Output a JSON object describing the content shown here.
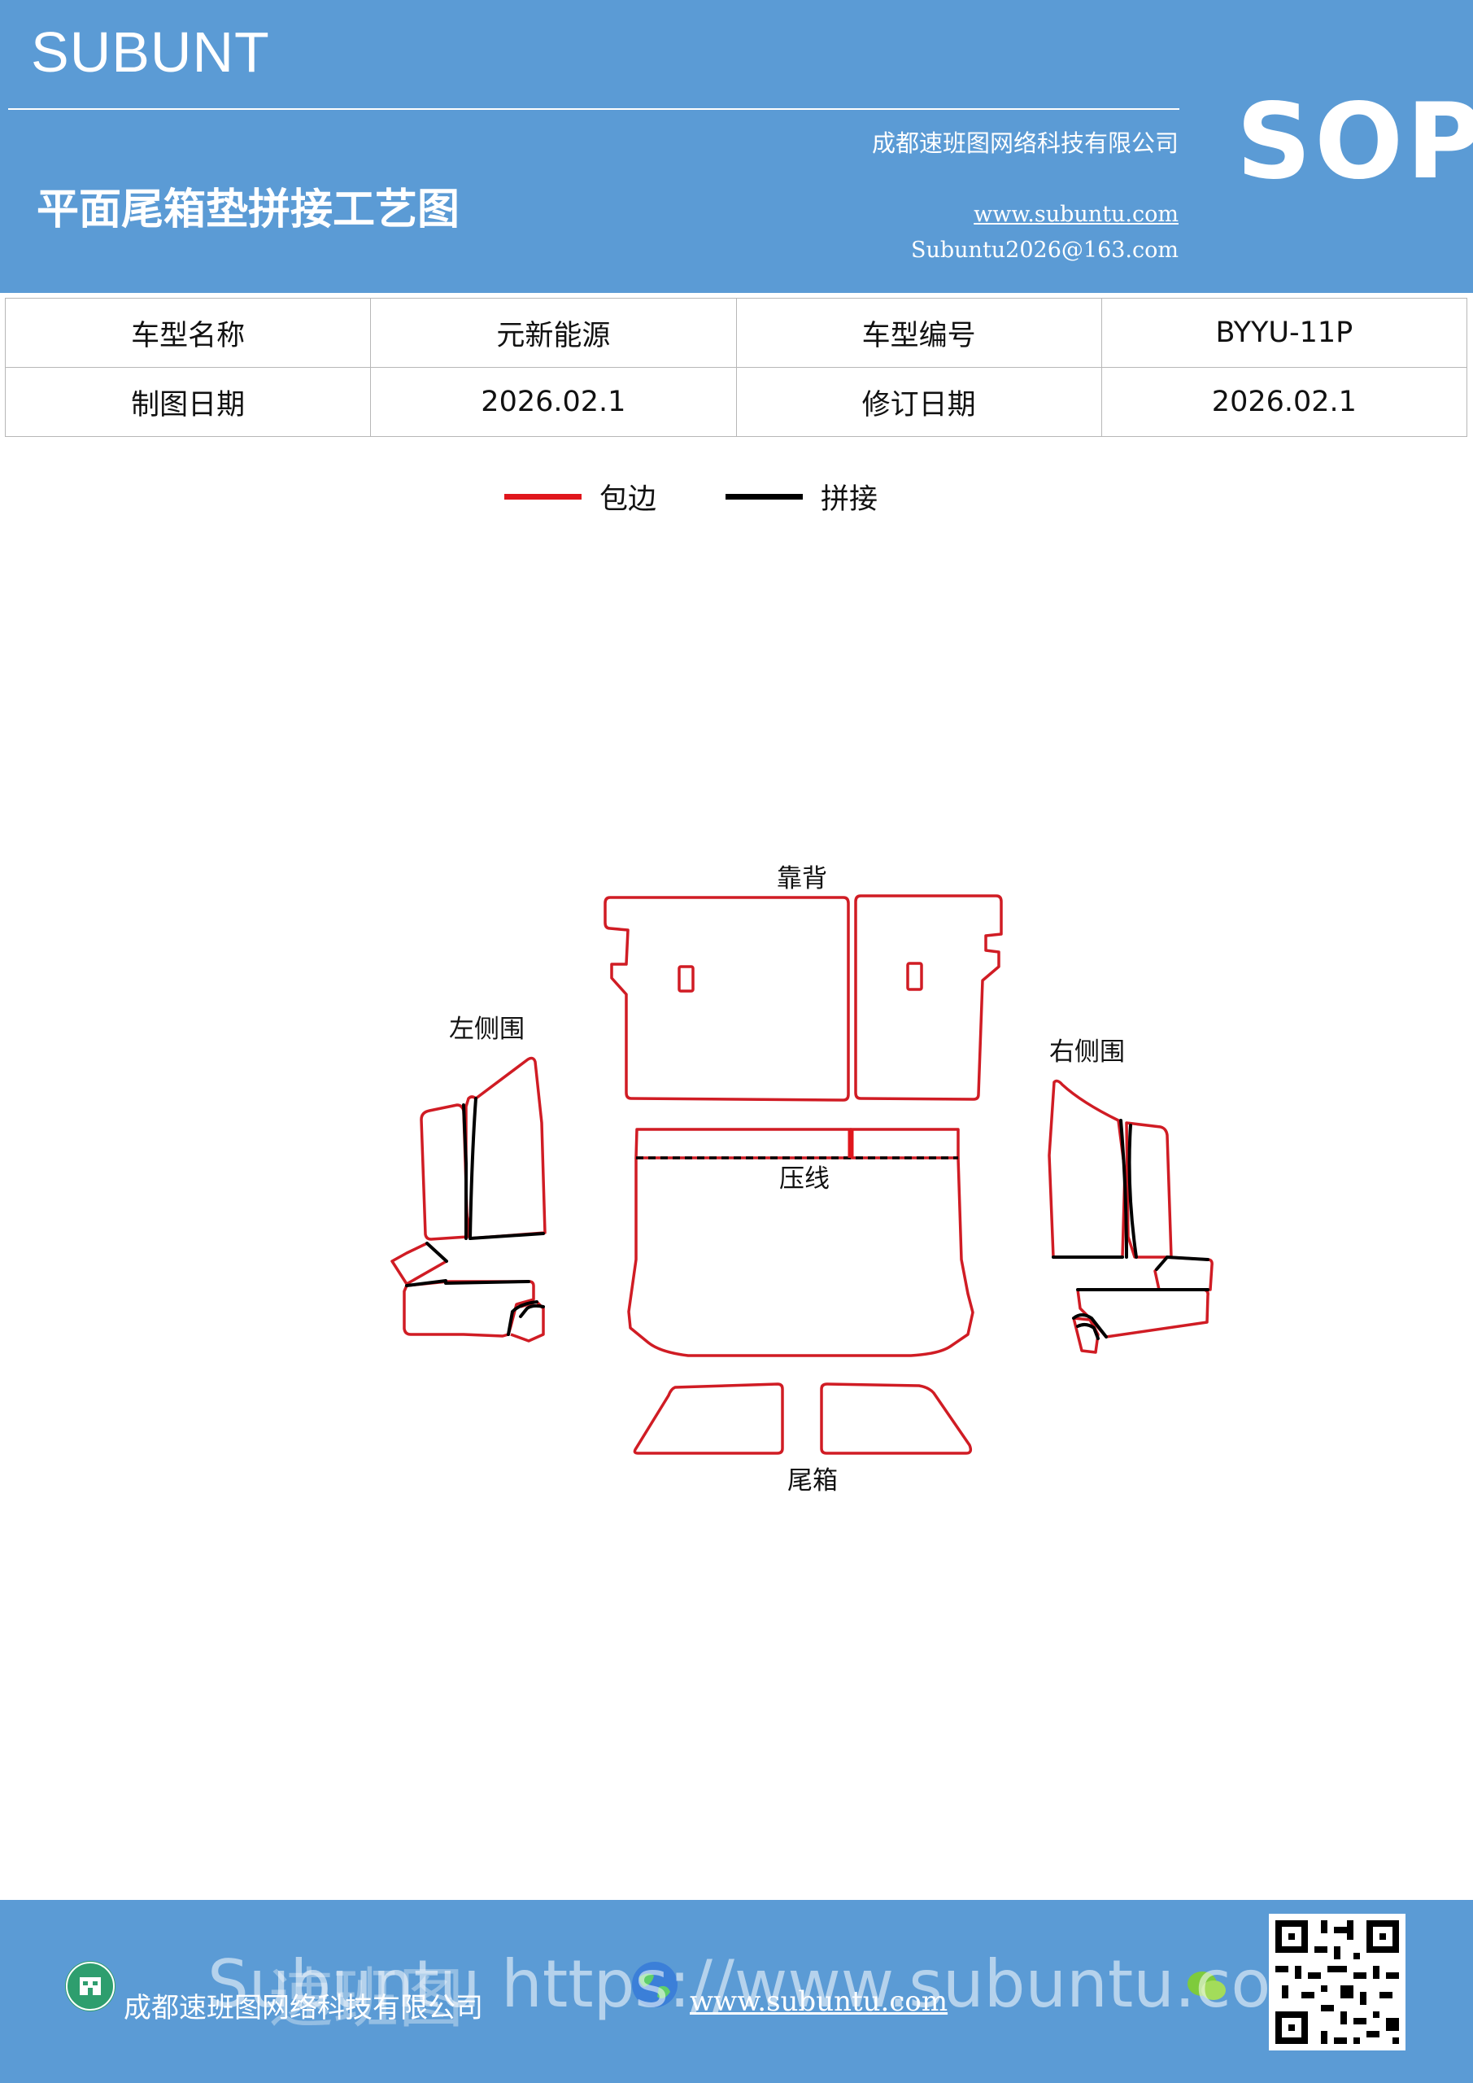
{
  "header": {
    "brand": "SUBUNT",
    "badge": "SOP",
    "company": "成都速班图网络科技有限公司",
    "title": "平面尾箱垫拼接工艺图",
    "website": "www.subuntu.com",
    "email": "Subuntu2026@163.com",
    "background_color": "#5b9bd5"
  },
  "info_table": {
    "row1": {
      "label1": "车型名称",
      "value1": "元新能源",
      "label2": "车型编号",
      "value2": "BYYU-11P"
    },
    "row2": {
      "label1": "制图日期",
      "value1": "2026.02.1",
      "label2": "修订日期",
      "value2": "2026.02.1"
    }
  },
  "legend": {
    "binding": {
      "label": "包边",
      "color": "#e0161c"
    },
    "splice": {
      "label": "拼接",
      "color": "#000000"
    }
  },
  "diagram": {
    "labels": {
      "backrest": "靠背",
      "left_side": "左侧围",
      "right_side": "右侧围",
      "crease": "压线",
      "trunk": "尾箱"
    }
  },
  "footer": {
    "company": "成都速班图网络科技有限公司",
    "website": "www.subuntu.com",
    "watermark": "Subuntu https://www.subuntu.com",
    "watermark_overlay": "速班图"
  },
  "icons": [
    "building-icon",
    "globe-icon",
    "wechat-icon",
    "qr-code"
  ]
}
